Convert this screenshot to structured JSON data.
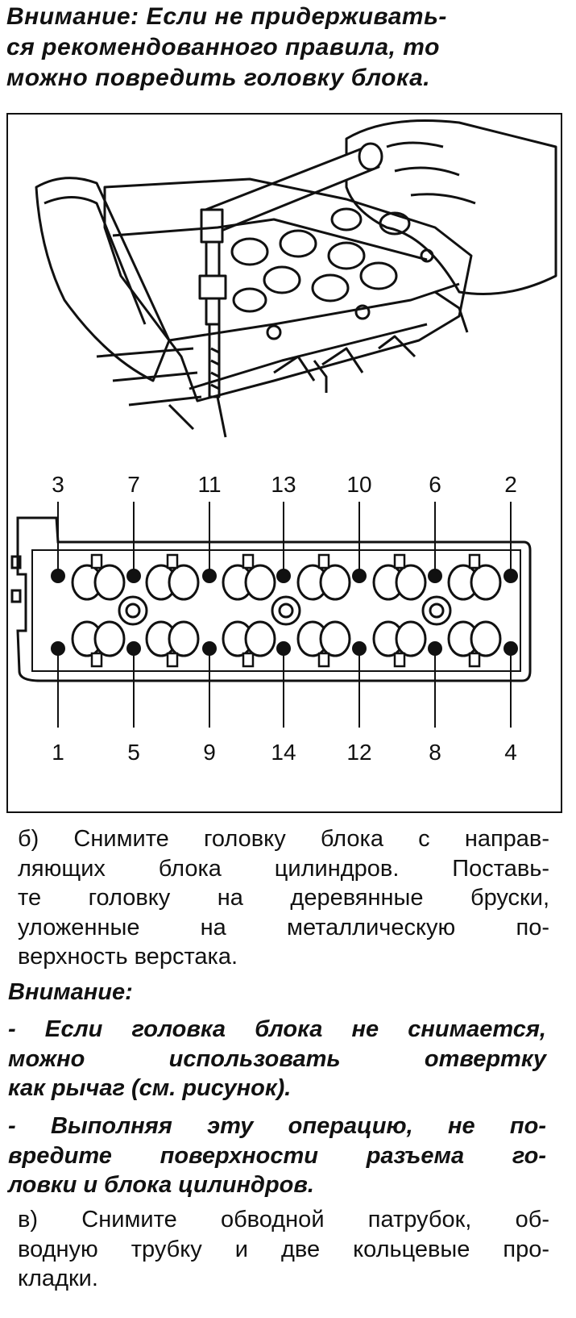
{
  "warning_top": {
    "lines": [
      "Внимание: Если не придерживать-",
      "ся рекомендованного правила, то",
      "можно повредить головку блока."
    ]
  },
  "figure": {
    "top_labels": [
      "3",
      "7",
      "11",
      "13",
      "10",
      "6",
      "2"
    ],
    "bottom_labels": [
      "1",
      "5",
      "9",
      "14",
      "12",
      "8",
      "4"
    ]
  },
  "step_b": {
    "lines": [
      "б) Снимите головку блока с направ-",
      "ляющих блока цилиндров. Поставь-",
      "те головку на деревянные бруски,",
      "уложенные на металлическую по-",
      "верхность верстака."
    ]
  },
  "attention": {
    "heading": "Внимание:",
    "item1_lines": [
      "- Если головка блока не снимается,",
      "можно использовать отвертку",
      "как рычаг (см. рисунок)."
    ],
    "item2_lines": [
      "- Выполняя эту операцию, не по-",
      "вредите поверхности разъема го-",
      "ловки и блока цилиндров."
    ]
  },
  "step_v": {
    "lines": [
      "в) Снимите обводной патрубок, об-",
      "водную трубку и две кольцевые про-",
      "кладки."
    ]
  }
}
